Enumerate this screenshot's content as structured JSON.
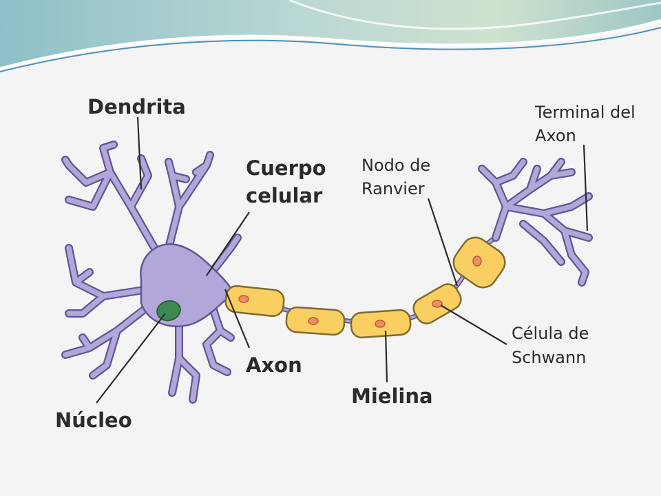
{
  "diagram": {
    "labels": {
      "dendrita": "Dendrita",
      "cuerpo_line1": "Cuerpo",
      "cuerpo_line2": "celular",
      "nodo_line1": "Nodo de",
      "nodo_line2": "Ranvier",
      "terminal_line1": "Terminal del",
      "terminal_line2": "Axon",
      "axon": "Axon",
      "nucleo": "Núcleo",
      "mielina": "Mielina",
      "celula_line1": "Célula de",
      "celula_line2": "Schwann"
    },
    "colors": {
      "neuron_fill": "#b3a6d9",
      "neuron_outline": "#5f5694",
      "nucleus": "#3b8a56",
      "myelin": "#f9cf62",
      "schwann_nucleus": "#ec8d66",
      "banner_teal": "#8fc3c9",
      "banner_blue": "#4f8fb6"
    }
  }
}
